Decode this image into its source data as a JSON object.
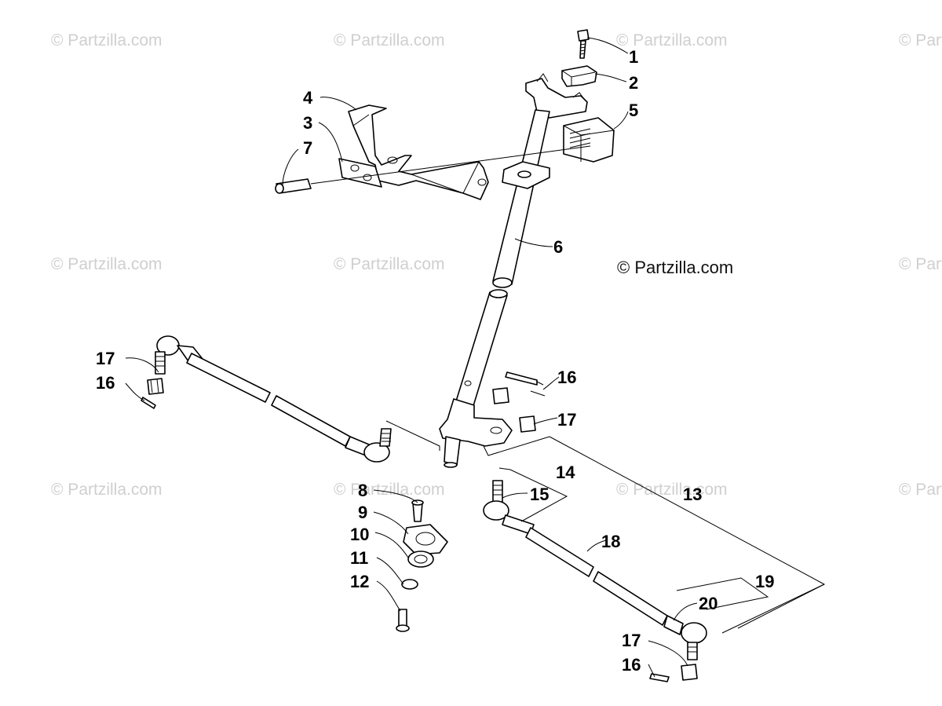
{
  "diagram": {
    "watermark_text": "© Partzilla.com",
    "copyright_text": "© Partzilla.com",
    "callouts": [
      {
        "id": "c1",
        "label": "1"
      },
      {
        "id": "c2",
        "label": "2"
      },
      {
        "id": "c3",
        "label": "3"
      },
      {
        "id": "c4",
        "label": "4"
      },
      {
        "id": "c5",
        "label": "5"
      },
      {
        "id": "c6",
        "label": "6"
      },
      {
        "id": "c7",
        "label": "7"
      },
      {
        "id": "c8",
        "label": "8"
      },
      {
        "id": "c9",
        "label": "9"
      },
      {
        "id": "c10",
        "label": "10"
      },
      {
        "id": "c11",
        "label": "11"
      },
      {
        "id": "c12",
        "label": "12"
      },
      {
        "id": "c13",
        "label": "13"
      },
      {
        "id": "c14",
        "label": "14"
      },
      {
        "id": "c15",
        "label": "15"
      },
      {
        "id": "c16a",
        "label": "16"
      },
      {
        "id": "c16b",
        "label": "16"
      },
      {
        "id": "c16c",
        "label": "16"
      },
      {
        "id": "c17a",
        "label": "17"
      },
      {
        "id": "c17b",
        "label": "17"
      },
      {
        "id": "c17c",
        "label": "17"
      },
      {
        "id": "c18",
        "label": "18"
      },
      {
        "id": "c19",
        "label": "19"
      },
      {
        "id": "c20",
        "label": "20"
      }
    ]
  }
}
